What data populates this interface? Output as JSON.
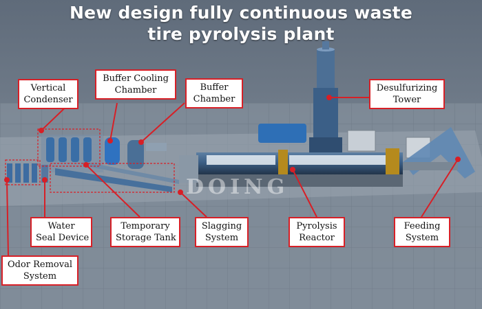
{
  "title": {
    "line1": "New design fully continuous waste",
    "line2": "tire pyrolysis plant"
  },
  "labels": {
    "vertical_condenser": [
      "Vertical",
      "Condenser"
    ],
    "buffer_cooling_chamber": [
      "Buffer Cooling",
      "Chamber"
    ],
    "buffer_chamber": [
      "Buffer",
      "Chamber"
    ],
    "desulfurizing_tower": [
      "Desulfurizing",
      "Tower"
    ],
    "water_seal_device": [
      "Water",
      "Seal Device"
    ],
    "temporary_storage_tank": [
      "Temporary",
      "Storage Tank"
    ],
    "slagging_system": [
      "Slagging",
      "System"
    ],
    "pyrolysis_reactor": [
      "Pyrolysis",
      "Reactor"
    ],
    "feeding_system": [
      "Feeding",
      "System"
    ],
    "odor_removal_system": [
      "Odor Removal",
      "System"
    ]
  },
  "watermark": "DOING",
  "colors": {
    "callout_border": "#d71f26",
    "title_text": "#ffffff",
    "ground": "#7f8c9a",
    "machine_blue": "#2f6fb0"
  }
}
